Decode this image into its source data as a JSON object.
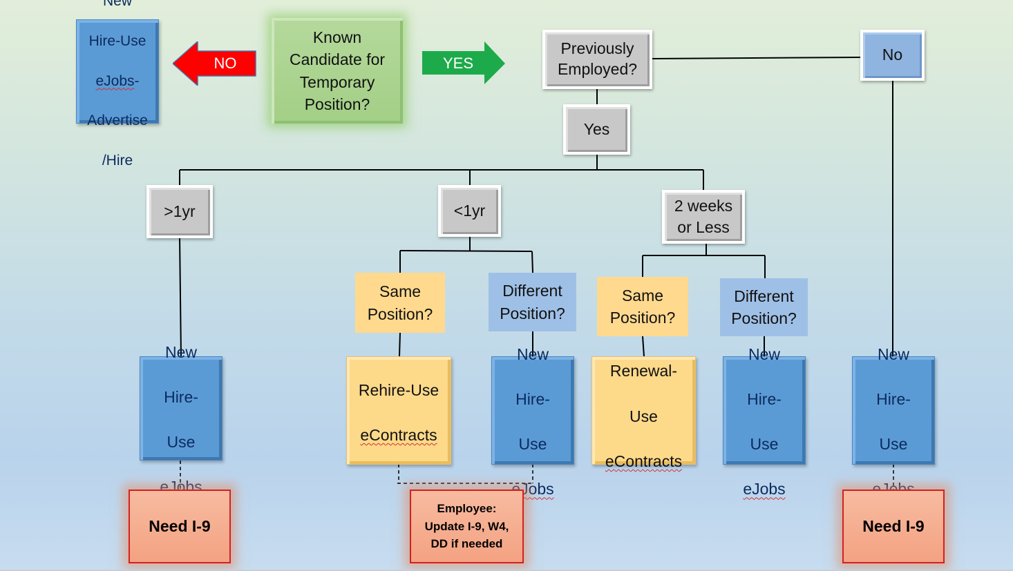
{
  "diagram": {
    "start": {
      "text": "Known\nCandidate for\nTemporary\nPosition?"
    },
    "no_arrow": {
      "label": "NO",
      "color": "#ff0000"
    },
    "yes_arrow": {
      "label": "YES",
      "color": "#1daa4a"
    },
    "no_outcome": {
      "line1": "New",
      "line2": "Hire-Use",
      "line3": "eJobs",
      "line3_suffix": "-",
      "line4": "Advertise",
      "line5": "/Hire"
    },
    "previously_employed": {
      "text": "Previously\nEmployed?"
    },
    "prev_yes": {
      "text": "Yes"
    },
    "prev_no": {
      "text": "No"
    },
    "durations": [
      {
        "id": "over-1yr",
        "text": ">1yr"
      },
      {
        "id": "under-1yr",
        "text": "<1yr"
      },
      {
        "id": "two-weeks",
        "text": "2 weeks\nor Less"
      }
    ],
    "questions": {
      "under_1yr_same": "Same\nPosition?",
      "under_1yr_different": "Different\nPosition?",
      "two_weeks_same": "Same\nPosition?",
      "two_weeks_different": "Different\nPosition?"
    },
    "outcomes": {
      "new_hire": {
        "l1": "New",
        "l2": "Hire-",
        "l3": "Use",
        "l4": "eJobs"
      },
      "rehire": {
        "l1": "Rehire-Use",
        "l2": "eContracts"
      },
      "renewal": {
        "l1": "Renewal-",
        "l2": "Use",
        "l3": "eContracts"
      }
    },
    "notes": {
      "need_i9": "Need I-9",
      "employee_update": "Employee:\nUpdate I-9, W4,\nDD if needed"
    }
  }
}
